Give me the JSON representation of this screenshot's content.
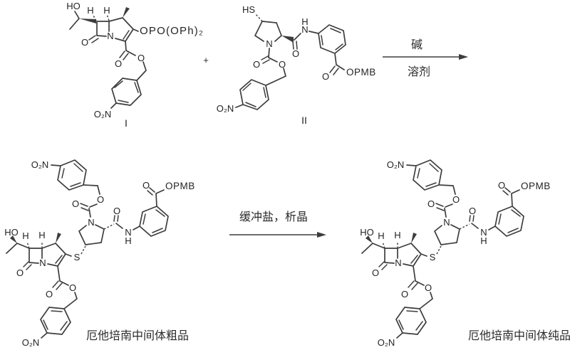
{
  "colors": {
    "background": "#ffffff",
    "ink": "#3d3d3d",
    "text": "#242424"
  },
  "symbols": {
    "HO": "HO",
    "H": "H",
    "N": "N",
    "O": "O",
    "S": "S",
    "HS": "HS",
    "O2N": "O₂N",
    "enol_phosphate": "OPO(OPh)₂",
    "OPMB": "OPMB",
    "plus": "+"
  },
  "compounds": {
    "reactant1_label": "I",
    "reactant2_label": "II",
    "crude_label": "厄他培南中间体粗品",
    "pure_label": "厄他培南中间体纯品"
  },
  "conditions": {
    "step1_above": "碱",
    "step1_below": "溶剂",
    "step2_above": "缓冲盐，析晶"
  }
}
